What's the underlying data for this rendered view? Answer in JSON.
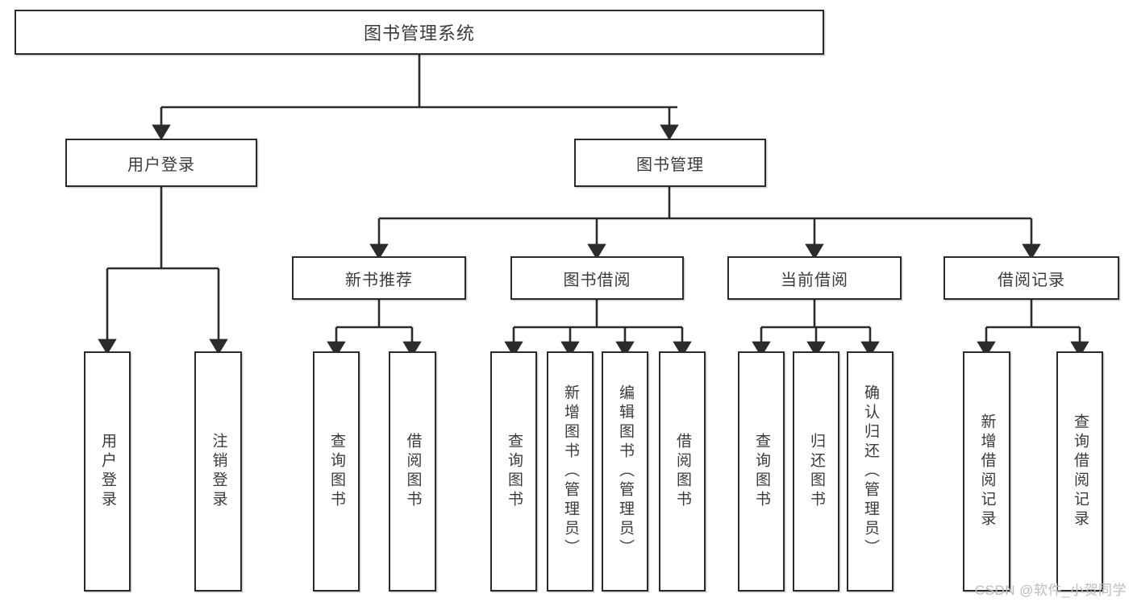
{
  "diagram": {
    "title": "图书管理系统",
    "type": "tree",
    "watermark": "CSDN @软件_小贺同学",
    "colors": {
      "background": "#ffffff",
      "box_border": "#2b2b2b",
      "box_fill": "#ffffff",
      "text": "#3b3b3b",
      "edge": "#2b2b2b",
      "watermark": "#bdbdbd"
    },
    "root": {
      "label": "图书管理系统"
    },
    "level1": [
      {
        "label": "用户登录"
      },
      {
        "label": "图书管理"
      }
    ],
    "level2": [
      {
        "label": "新书推荐"
      },
      {
        "label": "图书借阅"
      },
      {
        "label": "当前借阅"
      },
      {
        "label": "借阅记录"
      }
    ],
    "leaves": {
      "user_login": [
        {
          "label": "用户登录"
        },
        {
          "label": "注销登录"
        }
      ],
      "new_book_recommend": [
        {
          "label": "查询图书"
        },
        {
          "label": "借阅图书"
        }
      ],
      "book_borrow": [
        {
          "label": "查询图书"
        },
        {
          "label": "新增图书（管理员）"
        },
        {
          "label": "编辑图书（管理员）"
        },
        {
          "label": "借阅图书"
        }
      ],
      "current_borrow": [
        {
          "label": "查询图书"
        },
        {
          "label": "归还图书"
        },
        {
          "label": "确认归还（管理员）"
        }
      ],
      "borrow_record": [
        {
          "label": "新增借阅记录"
        },
        {
          "label": "查询借阅记录"
        }
      ]
    }
  }
}
